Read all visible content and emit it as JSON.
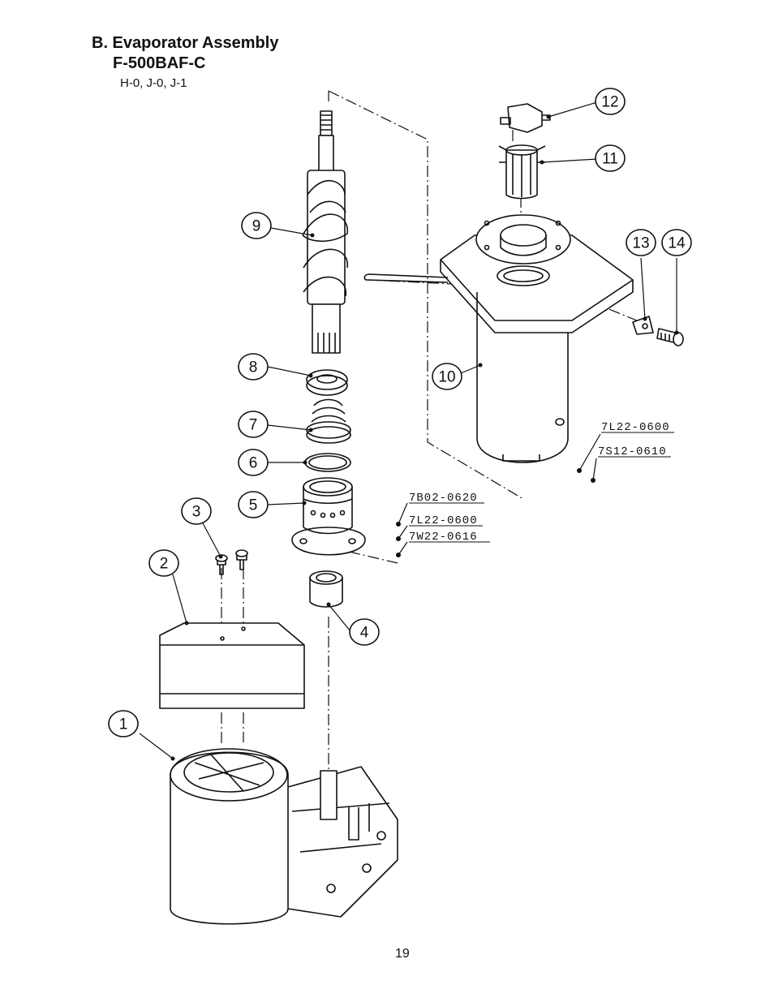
{
  "header": {
    "section_title": "B. Evaporator Assembly",
    "model": "F-500BAF-C",
    "variants": "H-0, J-0, J-1"
  },
  "callouts": [
    "1",
    "2",
    "3",
    "4",
    "5",
    "6",
    "7",
    "8",
    "9",
    "10",
    "11",
    "12",
    "13",
    "14"
  ],
  "part_codes": {
    "evaporator_upper": "7L22-0600",
    "evaporator_lower": "7S12-0610",
    "housing_a": "7B02-0620",
    "housing_b": "7L22-0600",
    "housing_c": "7W22-0616"
  },
  "footer": {
    "page_number": "19"
  }
}
